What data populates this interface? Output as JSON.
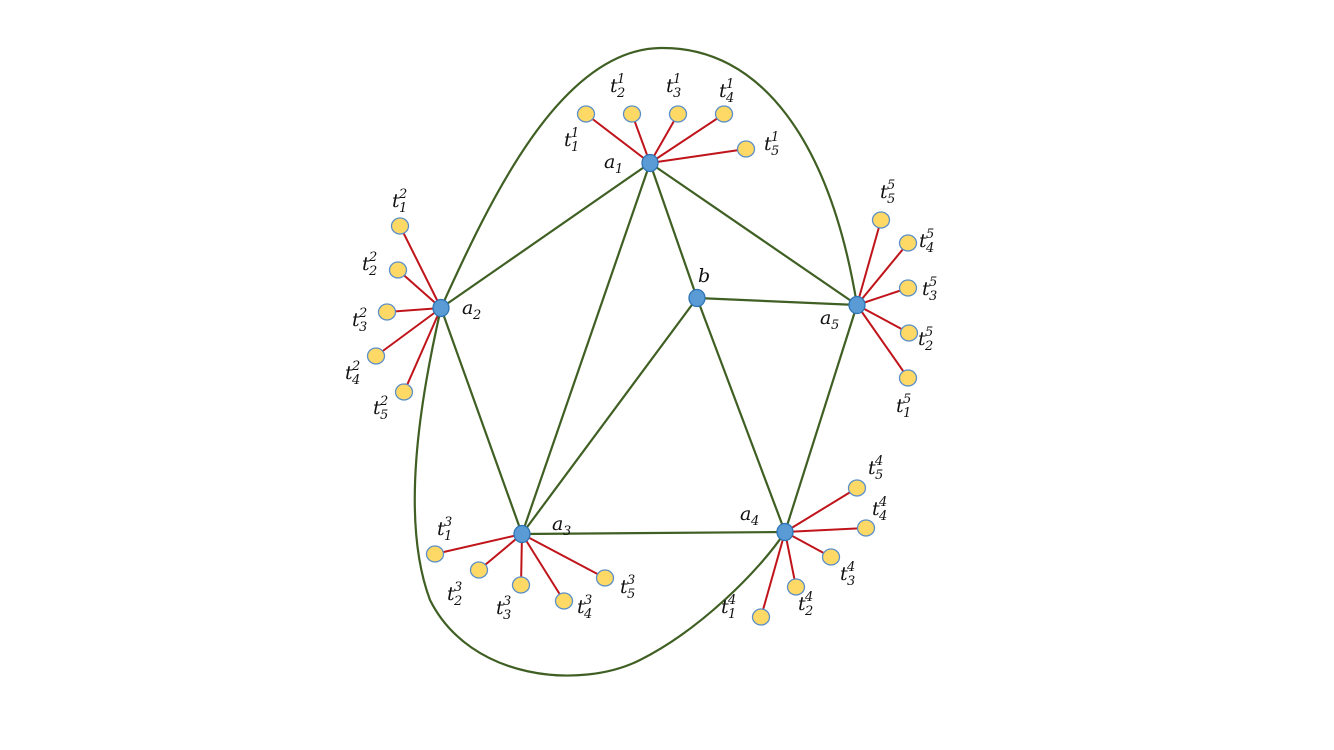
{
  "colors": {
    "graph_edge": "#3f5f23",
    "leaf_edge": "#c0141b",
    "main_node_fill": "#5b9bd5",
    "main_node_stroke": "#2e75b6",
    "leaf_node_fill": "#ffd966",
    "leaf_node_stroke": "#5b8fc8",
    "label_text": "#111111"
  },
  "main_nodes": [
    {
      "id": "a1",
      "base": "a",
      "sub": "1",
      "sup": ""
    },
    {
      "id": "a2",
      "base": "a",
      "sub": "2",
      "sup": ""
    },
    {
      "id": "a3",
      "base": "a",
      "sub": "3",
      "sup": ""
    },
    {
      "id": "a4",
      "base": "a",
      "sub": "4",
      "sup": ""
    },
    {
      "id": "a5",
      "base": "a",
      "sub": "5",
      "sup": ""
    },
    {
      "id": "b",
      "base": "b",
      "sub": "",
      "sup": ""
    }
  ],
  "leaf_nodes": [
    {
      "id": "t1_1",
      "base": "t",
      "sub": "1",
      "sup": "1"
    },
    {
      "id": "t2_1",
      "base": "t",
      "sub": "2",
      "sup": "1"
    },
    {
      "id": "t3_1",
      "base": "t",
      "sub": "3",
      "sup": "1"
    },
    {
      "id": "t4_1",
      "base": "t",
      "sub": "4",
      "sup": "1"
    },
    {
      "id": "t5_1",
      "base": "t",
      "sub": "5",
      "sup": "1"
    },
    {
      "id": "t1_2",
      "base": "t",
      "sub": "1",
      "sup": "2"
    },
    {
      "id": "t2_2",
      "base": "t",
      "sub": "2",
      "sup": "2"
    },
    {
      "id": "t3_2",
      "base": "t",
      "sub": "3",
      "sup": "2"
    },
    {
      "id": "t4_2",
      "base": "t",
      "sub": "4",
      "sup": "2"
    },
    {
      "id": "t5_2",
      "base": "t",
      "sub": "5",
      "sup": "2"
    },
    {
      "id": "t1_3",
      "base": "t",
      "sub": "1",
      "sup": "3"
    },
    {
      "id": "t2_3",
      "base": "t",
      "sub": "2",
      "sup": "3"
    },
    {
      "id": "t3_3",
      "base": "t",
      "sub": "3",
      "sup": "3"
    },
    {
      "id": "t4_3",
      "base": "t",
      "sub": "4",
      "sup": "3"
    },
    {
      "id": "t5_3",
      "base": "t",
      "sub": "5",
      "sup": "3"
    },
    {
      "id": "t1_4",
      "base": "t",
      "sub": "1",
      "sup": "4"
    },
    {
      "id": "t2_4",
      "base": "t",
      "sub": "2",
      "sup": "4"
    },
    {
      "id": "t3_4",
      "base": "t",
      "sub": "3",
      "sup": "4"
    },
    {
      "id": "t4_4",
      "base": "t",
      "sub": "4",
      "sup": "4"
    },
    {
      "id": "t5_4",
      "base": "t",
      "sub": "5",
      "sup": "4"
    },
    {
      "id": "t1_5",
      "base": "t",
      "sub": "1",
      "sup": "5"
    },
    {
      "id": "t2_5",
      "base": "t",
      "sub": "2",
      "sup": "5"
    },
    {
      "id": "t3_5",
      "base": "t",
      "sub": "3",
      "sup": "5"
    },
    {
      "id": "t4_5",
      "base": "t",
      "sub": "4",
      "sup": "5"
    },
    {
      "id": "t5_5",
      "base": "t",
      "sub": "5",
      "sup": "5"
    }
  ],
  "edges": [
    [
      "a1",
      "a2"
    ],
    [
      "a1",
      "a3"
    ],
    [
      "a1",
      "a5"
    ],
    [
      "a1",
      "b"
    ],
    [
      "a2",
      "a3"
    ],
    [
      "a3",
      "b"
    ],
    [
      "a3",
      "a4"
    ],
    [
      "a4",
      "a5"
    ],
    [
      "a4",
      "b"
    ],
    [
      "a5",
      "b"
    ],
    [
      "a2",
      "a5"
    ],
    [
      "a2",
      "a4"
    ]
  ],
  "leaf_edges": [
    [
      "a1",
      "t1_1"
    ],
    [
      "a1",
      "t2_1"
    ],
    [
      "a1",
      "t3_1"
    ],
    [
      "a1",
      "t4_1"
    ],
    [
      "a1",
      "t5_1"
    ],
    [
      "a2",
      "t1_2"
    ],
    [
      "a2",
      "t2_2"
    ],
    [
      "a2",
      "t3_2"
    ],
    [
      "a2",
      "t4_2"
    ],
    [
      "a2",
      "t5_2"
    ],
    [
      "a3",
      "t1_3"
    ],
    [
      "a3",
      "t2_3"
    ],
    [
      "a3",
      "t3_3"
    ],
    [
      "a3",
      "t4_3"
    ],
    [
      "a3",
      "t5_3"
    ],
    [
      "a4",
      "t1_4"
    ],
    [
      "a4",
      "t2_4"
    ],
    [
      "a4",
      "t3_4"
    ],
    [
      "a4",
      "t4_4"
    ],
    [
      "a4",
      "t5_4"
    ],
    [
      "a5",
      "t1_5"
    ],
    [
      "a5",
      "t2_5"
    ],
    [
      "a5",
      "t3_5"
    ],
    [
      "a5",
      "t4_5"
    ],
    [
      "a5",
      "t5_5"
    ]
  ]
}
